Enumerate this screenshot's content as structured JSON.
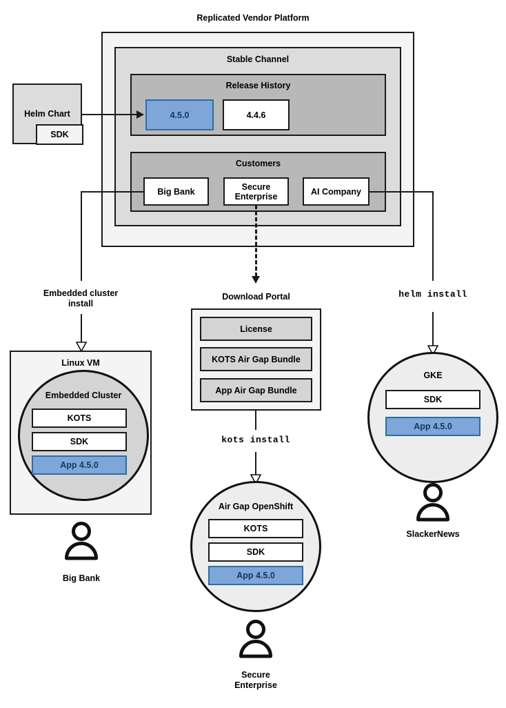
{
  "diagram": {
    "title": "Replicated Vendor Platform",
    "platform": {
      "channel_title": "Stable Channel",
      "release_history": {
        "title": "Release History",
        "releases": [
          {
            "version": "4.5.0",
            "highlighted": true
          },
          {
            "version": "4.4.6",
            "highlighted": false
          }
        ]
      },
      "customers": {
        "title": "Customers",
        "items": [
          {
            "name": "Big Bank"
          },
          {
            "name": "Secure Enterprise"
          },
          {
            "name": "AI Company"
          }
        ]
      }
    },
    "helm_chart": {
      "title": "Helm Chart",
      "sdk_label": "SDK"
    },
    "flows": {
      "embedded_cluster_install": "Embedded cluster\ninstall",
      "embedded_cluster_install_line1": "Embedded cluster",
      "embedded_cluster_install_line2": "install",
      "kots_install": "kots install",
      "helm_install": "helm install"
    },
    "linux_vm": {
      "title": "Linux VM",
      "cluster_title": "Embedded Cluster",
      "components": [
        {
          "label": "KOTS",
          "highlighted": false
        },
        {
          "label": "SDK",
          "highlighted": false
        },
        {
          "label": "App 4.5.0",
          "highlighted": true
        }
      ],
      "customer": "Big Bank"
    },
    "download_portal": {
      "title": "Download Portal",
      "items": [
        {
          "label": "License"
        },
        {
          "label": "KOTS Air Gap Bundle"
        },
        {
          "label": "App Air Gap Bundle"
        }
      ]
    },
    "air_gap_openshift": {
      "title": "Air Gap OpenShift",
      "components": [
        {
          "label": "KOTS",
          "highlighted": false
        },
        {
          "label": "SDK",
          "highlighted": false
        },
        {
          "label": "App 4.5.0",
          "highlighted": true
        }
      ],
      "customer_line1": "Secure",
      "customer_line2": "Enterprise"
    },
    "gke": {
      "title": "GKE",
      "components": [
        {
          "label": "SDK",
          "highlighted": false
        },
        {
          "label": "App 4.5.0",
          "highlighted": true
        }
      ],
      "customer": "SlackerNews"
    },
    "colors": {
      "accent_blue_fill": "#7ea6d9",
      "accent_blue_border": "#2d6da4",
      "accent_blue_text": "#123a63",
      "outer_panel": "#f4f4f4",
      "level1_panel": "#dcdcdc",
      "level2_panel": "#b8b8b8",
      "neutral_box": "#d4d4d4",
      "stroke": "#1a1a1a"
    }
  }
}
